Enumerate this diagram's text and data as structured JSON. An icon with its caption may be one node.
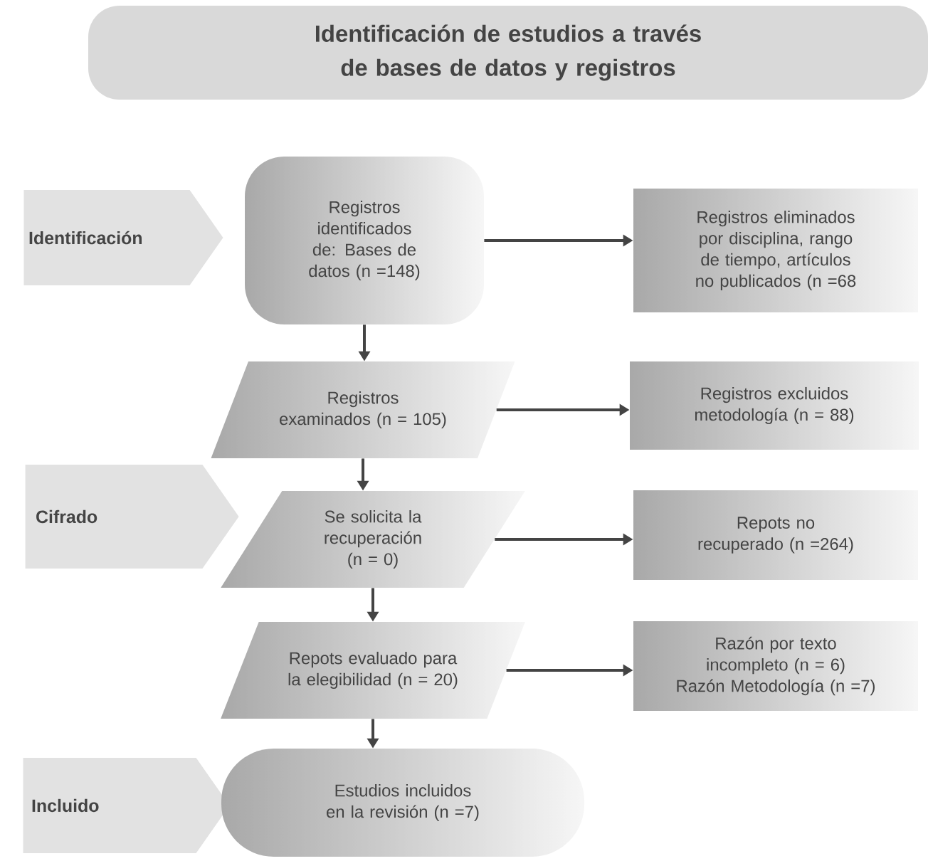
{
  "diagram": {
    "title": "Identificación de estudios a través de bases de datos y registros",
    "nodes": [
      {
        "text": [
          "Identificación"
        ]
      },
      {
        "text": [
          "Registros identificados de: Bases de datos (n =148)"
        ]
      },
      {
        "text": [
          "Registros eliminados por disciplina, rango de tiempo, artículos no publicados (n =68"
        ]
      },
      {
        "text": [
          "Registros examinados (n = 105)"
        ]
      },
      {
        "text": [
          "Registros excluidos metodología (n = 88)"
        ]
      },
      {
        "text": [
          "Cifrado"
        ]
      },
      {
        "text": [
          "Se solicita la recuperación (n = 0)"
        ]
      },
      {
        "text": [
          "Repots no recuperado (n =264)"
        ]
      },
      {
        "text": [
          "Repots evaluado para la elegibilidad (n = 20)"
        ]
      },
      {
        "text": [
          "Razón por texto incompleto (n = 6)",
          "Razón Metodología (n =7)"
        ]
      },
      {
        "text": [
          "Incluido"
        ]
      },
      {
        "text": [
          "Estudios incluidos en la revisión (n =7)"
        ]
      }
    ],
    "edges": [
      {
        "from": 1,
        "to": 2,
        "arrow": "to"
      },
      {
        "from": 1,
        "to": 3,
        "arrow": "to"
      },
      {
        "from": 3,
        "to": 4,
        "arrow": "to"
      },
      {
        "from": 3,
        "to": 6,
        "arrow": "to"
      },
      {
        "from": 6,
        "to": 7,
        "arrow": "to"
      },
      {
        "from": 6,
        "to": 8,
        "arrow": "to"
      },
      {
        "from": 8,
        "to": 9,
        "arrow": "to"
      },
      {
        "from": 8,
        "to": 11,
        "arrow": "to"
      }
    ]
  }
}
